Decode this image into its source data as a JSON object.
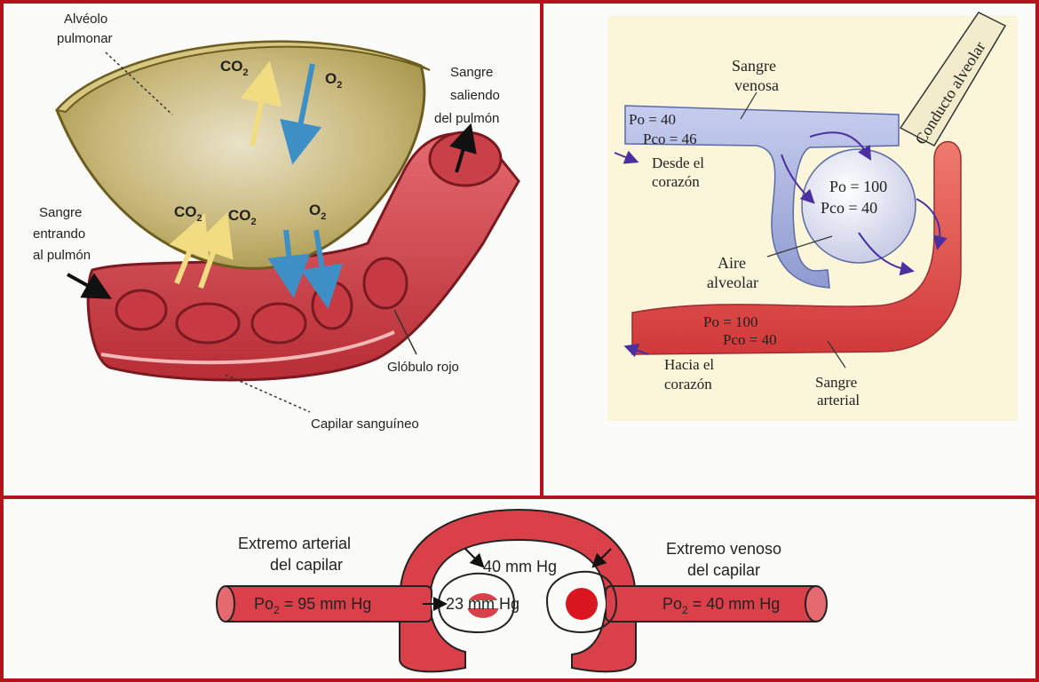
{
  "panel_lung": {
    "alveolo": [
      "Alvéolo",
      "pulmonar"
    ],
    "sangre_saliendo": [
      "Sangre",
      "saliendo",
      "del pulmón"
    ],
    "sangre_entrando": [
      "Sangre",
      "entrando",
      "al pulmón"
    ],
    "co2_top": "CO",
    "o2_top": "O",
    "co2_a": "CO",
    "co2_b": "CO",
    "o2_bottom": "O",
    "subscript_2": "2",
    "globulo": "Glóbulo rojo",
    "capilar": "Capilar sanguíneo"
  },
  "panel_alveolus": {
    "sangre_venosa": [
      "Sangre",
      "venosa"
    ],
    "conducto": "Conducto alveolar",
    "po_ven": "Po   = 40",
    "pco_ven": "Pco   = 46",
    "desde": [
      "Desde el",
      "corazón"
    ],
    "po_alv": "Po   = 100",
    "pco_alv": "Pco   = 40",
    "aire": [
      "Aire",
      "alveolar"
    ],
    "po_art": "Po   = 100",
    "pco_art": "Pco   = 40",
    "hacia": [
      "Hacia el",
      "corazón"
    ],
    "sangre_arterial": [
      "Sangre",
      "arterial"
    ]
  },
  "panel_capillary": {
    "arterial_end": [
      "Extremo arterial",
      "del capilar"
    ],
    "venous_end": [
      "Extremo venoso",
      "del capilar"
    ],
    "alveolar_pressure": "40 mm Hg",
    "cell_pressure": "23 mm Hg",
    "po2_left_pre": "Po",
    "po2_left_post": " = 95 mm Hg",
    "po2_right_pre": "Po",
    "po2_right_post": " = 40 mm Hg",
    "subscript_2": "2"
  },
  "colors": {
    "border": "#b3131b",
    "vessel_red": "#d9404a",
    "alveolus_tan": "#c9b56e",
    "venous_blue": "#aab3dc",
    "arrow_yellow": "#f4e08a",
    "arrow_blue": "#3f8fc7",
    "panel_bg": "#fbf6d9"
  }
}
